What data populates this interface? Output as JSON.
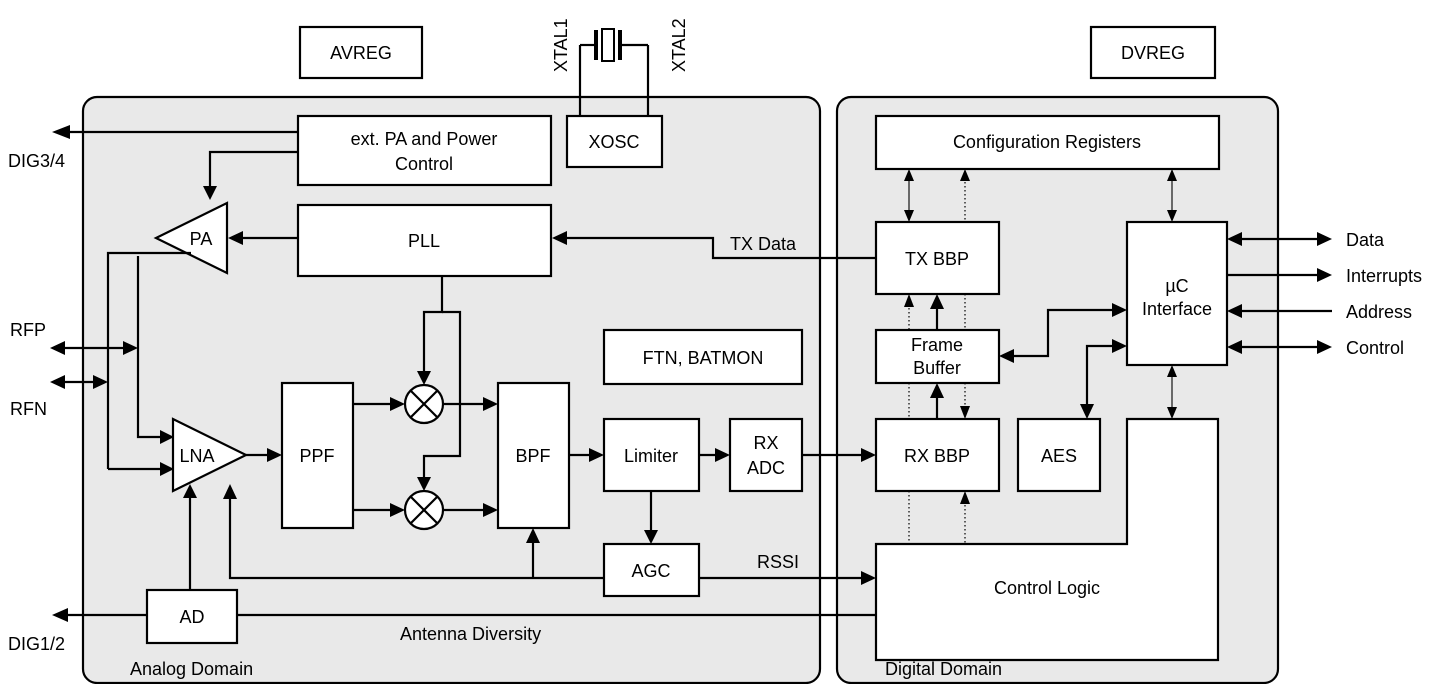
{
  "domains": {
    "analog": "Analog Domain",
    "digital": "Digital Domain"
  },
  "blocks": {
    "avreg": "AVREG",
    "dvreg": "DVREG",
    "xosc": "XOSC",
    "ext_pa_line1": "ext. PA and Power",
    "ext_pa_line2": "Control",
    "pa": "PA",
    "pll": "PLL",
    "lna": "LNA",
    "ppf": "PPF",
    "bpf": "BPF",
    "limiter": "Limiter",
    "rx_adc_line1": "RX",
    "rx_adc_line2": "ADC",
    "agc": "AGC",
    "ftn_batmon": "FTN, BATMON",
    "ad": "AD",
    "config_registers": "Configuration Registers",
    "tx_bbp": "TX BBP",
    "frame_buffer_line1": "Frame",
    "frame_buffer_line2": "Buffer",
    "rx_bbp": "RX BBP",
    "aes": "AES",
    "uc_interface_line1": "µC",
    "uc_interface_line2": "Interface",
    "control_logic": "Control Logic"
  },
  "signals": {
    "xtal1": "XTAL1",
    "xtal2": "XTAL2",
    "dig34": "DIG3/4",
    "dig12": "DIG1/2",
    "rfp": "RFP",
    "rfn": "RFN",
    "tx_data": "TX Data",
    "rssi": "RSSI",
    "antenna_diversity": "Antenna Diversity",
    "data": "Data",
    "interrupts": "Interrupts",
    "address": "Address",
    "control": "Control"
  }
}
